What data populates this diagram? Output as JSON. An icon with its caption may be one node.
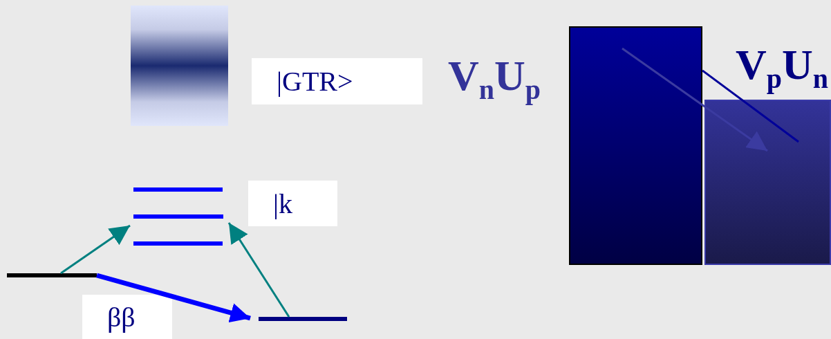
{
  "diagram": {
    "nodes": [
      {
        "text": [],
        "shape": "bar"
      },
      {
        "text": [
          "|GTR>"
        ]
      },
      {
        "text": [],
        "shape": "bar"
      },
      {
        "text": [],
        "shape": "bar"
      },
      {
        "text": [],
        "shape": "bar"
      },
      {
        "text": [
          "|k"
        ]
      },
      {
        "text": [],
        "shape": "bar"
      },
      {
        "text": [],
        "shape": "bar"
      },
      {
        "text": [
          "ββ"
        ]
      },
      {
        "text": [],
        "shape": "box"
      },
      {
        "text": [],
        "shape": "box"
      }
    ],
    "edges": [
      {
        "from": 6,
        "to": 3,
        "arrow": "to",
        "color": "#008080"
      },
      {
        "from": 7,
        "to": 3,
        "arrow": "to",
        "color": "#008080"
      },
      {
        "from": 6,
        "to": 7,
        "arrow": "to",
        "style": "thick",
        "color": "#0000ff"
      },
      {
        "from": 9,
        "to": 10,
        "arrow": "to",
        "color": "#3b3ba0"
      },
      {
        "from": 9,
        "to": 10,
        "arrow": "none",
        "color": "#000099"
      }
    ],
    "labels": [
      "V$_{n}$U$_{p}$",
      "V$_{p}$U$_{n}$"
    ]
  }
}
